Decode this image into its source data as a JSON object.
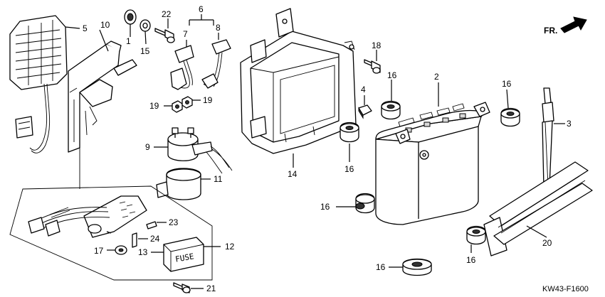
{
  "diagram": {
    "code": "KW43-F1600",
    "direction_label": "FR.",
    "callouts": {
      "p1": "1",
      "p2": "2",
      "p3": "3",
      "p4": "4",
      "p5": "5",
      "p6": "6",
      "p7": "7",
      "p8": "8",
      "p9": "9",
      "p10": "10",
      "p11": "11",
      "p12": "12",
      "p13": "13",
      "p14": "14",
      "p15": "15",
      "p16a": "16",
      "p16b": "16",
      "p16c": "16",
      "p16d": "16",
      "p16e": "16",
      "p16f": "16",
      "p17": "17",
      "p18": "18",
      "p19a": "19",
      "p19b": "19",
      "p20": "20",
      "p21": "21",
      "p22": "22",
      "p23": "23",
      "p24": "24"
    },
    "fuse_cover_text": "FUSE"
  }
}
